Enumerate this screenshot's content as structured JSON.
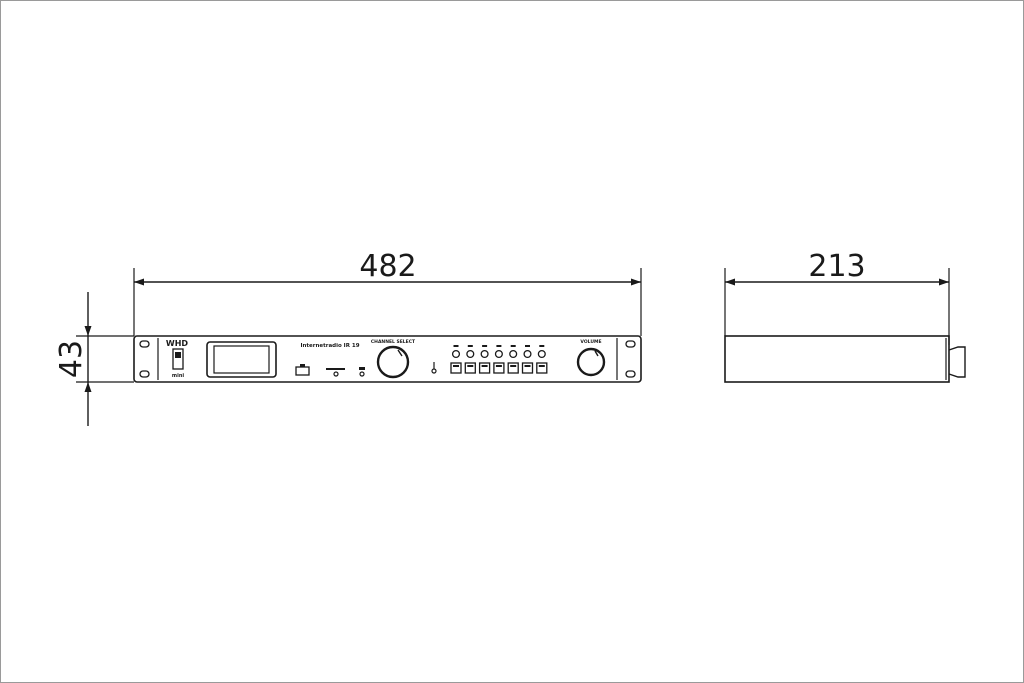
{
  "dimensions": {
    "width": "482",
    "depth": "213",
    "height": "43"
  },
  "device": {
    "model_label": "Internetradio IR 19",
    "logo_label": "WHD",
    "logo_sub": "mini",
    "knob_left_label": "CHANNEL SELECT",
    "knob_right_label": "VOLUME",
    "preset_count": 7
  },
  "colors": {
    "line": "#1a1a1a",
    "background": "#ffffff",
    "frame": "#9a9a9a"
  }
}
